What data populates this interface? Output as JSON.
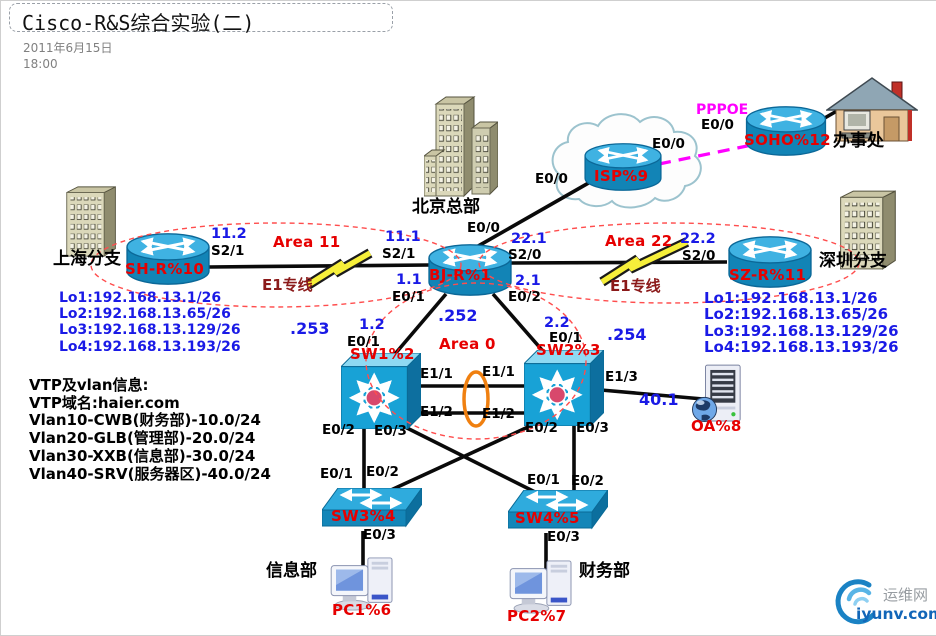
{
  "header": {
    "title": "Cisco-R&S综合实验(二)",
    "date": "2011年6月15日",
    "time": "18:00"
  },
  "sites": {
    "shanghai": "上海分支",
    "beijing": "北京总部",
    "shenzhen": "深圳分支",
    "office": "办事处",
    "info_dept": "信息部",
    "finance_dept": "财务部"
  },
  "devices": {
    "sh_router": "SH-R%10",
    "bj_router": "BJ-R%1",
    "sz_router": "SZ-R%11",
    "isp_router": "ISP%9",
    "soho_router": "SOHO%12",
    "sw1": "SW1%2",
    "sw2": "SW2%3",
    "sw3": "SW3%4",
    "sw4": "SW4%5",
    "pc1": "PC1%6",
    "pc2": "PC2%7",
    "oa_server": "OA%8"
  },
  "areas": {
    "area0": "Area 0",
    "area11": "Area 11",
    "area22": "Area 22"
  },
  "wan": {
    "e1_line": "E1专线",
    "pppoe": "PPPOE"
  },
  "ifaces": {
    "shr_s21": "S2/1",
    "bjr_s21": "S2/1",
    "bjr_s20": "S2/0",
    "szr_s20": "S2/0",
    "bjr_e00": "E0/0",
    "bjr_e01": "E0/1",
    "bjr_e02": "E0/2",
    "isp_e00_bj": "E0/0",
    "isp_e00_soho": "E0/0",
    "soho_e00": "E0/0",
    "sw1_e01": "E0/1",
    "sw2_e01": "E0/1",
    "sw1_e11": "E1/1",
    "sw2_e11": "E1/1",
    "sw1_e12": "E1/2",
    "sw2_e12": "E1/2",
    "sw2_e13": "E1/3",
    "sw1_e02": "E0/2",
    "sw1_e03": "E0/3",
    "sw2_e02": "E0/2",
    "sw2_e03": "E0/3",
    "sw3_e01": "E0/1",
    "sw3_e02": "E0/2",
    "sw4_e01": "E0/1",
    "sw4_e02": "E0/2",
    "sw3_e03": "E0/3",
    "sw4_e03": "E0/3"
  },
  "ips": {
    "shr_s21": "11.2",
    "bjr_s21": "11.1",
    "bjr_s20": "22.1",
    "szr_s20": "22.2",
    "bjr_e01": "1.1",
    "bjr_e02": "2.1",
    "sw1_e01": "1.2",
    "sw2_e01": "2.2",
    "vlan252": ".252",
    "vlan253": ".253",
    "vlan254": ".254",
    "oa": "40.1"
  },
  "loopbacks_left": [
    "Lo1:192.168.13.1/26",
    "Lo2:192.168.13.65/26",
    "Lo3:192.168.13.129/26",
    "Lo4:192.168.13.193/26"
  ],
  "loopbacks_right": [
    "Lo1:192.168.13.1/26",
    "Lo2:192.168.13.65/26",
    "Lo3:192.168.13.129/26",
    "Lo4:192.168.13.193/26"
  ],
  "vtp": {
    "lines": [
      "VTP及vlan信息:",
      "VTP域名:haier.com",
      "Vlan10-CWB(财务部)-10.0/24",
      "Vlan20-GLB(管理部)-20.0/24",
      "Vlan30-XXB(信息部)-30.0/24",
      "Vlan40-SRV(服务器区)-40.0/24"
    ]
  },
  "footer": {
    "logo_text": "运维网",
    "logo_site": "iyunv.com"
  },
  "colors": {
    "ip_blue": "#1a1ae6",
    "name_red": "#e60000",
    "area_dash_red": "#ff4d4d",
    "e1_darkred": "#8b1a1a",
    "pppoe_magenta": "#ff00ff",
    "link_black": "#0a0a0a",
    "cisco_blue": "#18a2d6",
    "bolt_yellow": "#f6ef3a",
    "etherchannel_orange": "#f08010"
  }
}
